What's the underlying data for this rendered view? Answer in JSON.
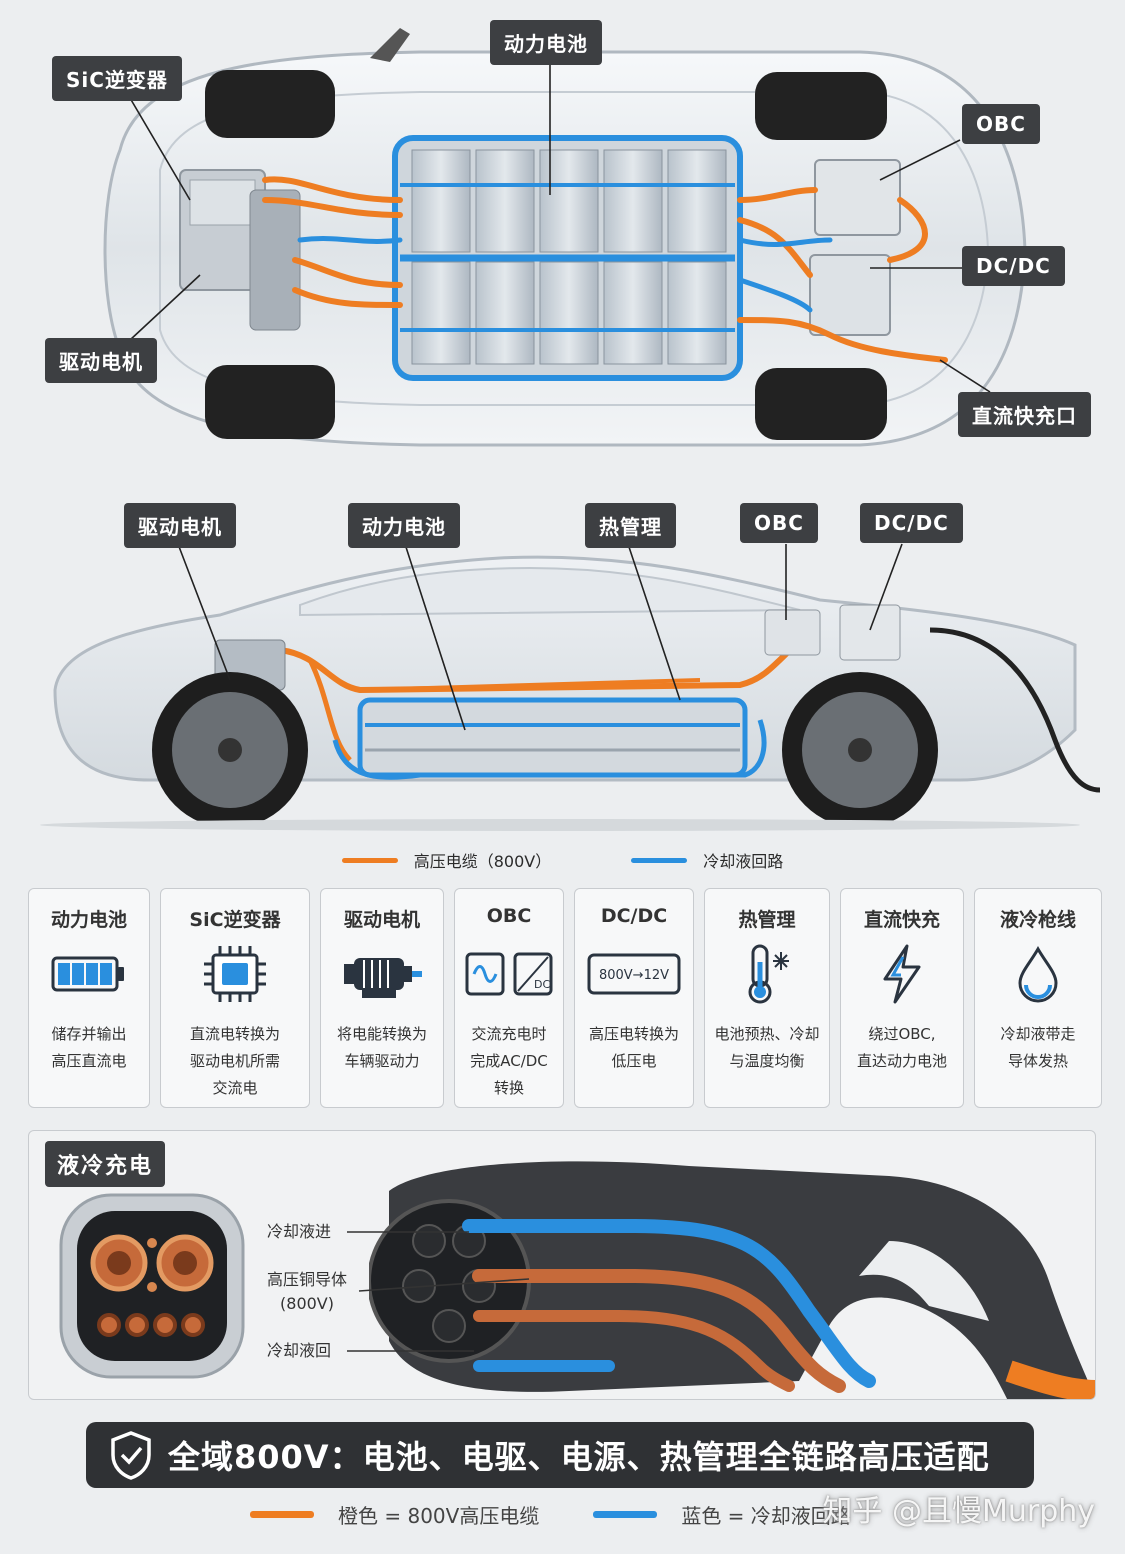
{
  "top_view": {
    "labels": {
      "battery": "动力电池",
      "sic": "SiC逆变器",
      "obc": "OBC",
      "dcdc": "DC/DC",
      "motor": "驱动电机",
      "fast_charge": "直流快充口"
    }
  },
  "side_view": {
    "labels": {
      "motor": "驱动电机",
      "battery": "动力电池",
      "thermal": "热管理",
      "obc": "OBC",
      "dcdc": "DC/DC"
    }
  },
  "legend": {
    "hv_cable": "高压电缆（800V）",
    "coolant": "冷却液回路"
  },
  "colors": {
    "orange": "#ee7d22",
    "blue": "#2a8fde",
    "dark": "#3d3f42"
  },
  "cards": [
    {
      "title": "动力电池",
      "icon": "battery-icon",
      "desc": "储存并输出\n高压直流电"
    },
    {
      "title": "SiC逆变器",
      "icon": "chip-icon",
      "desc": "直流电转换为\n驱动电机所需\n交流电"
    },
    {
      "title": "驱动电机",
      "icon": "motor-icon",
      "desc": "将电能转换为\n车辆驱动力"
    },
    {
      "title": "OBC",
      "icon": "acdc-icon",
      "desc": "交流充电时\n完成AC/DC\n转换",
      "icon_text": "DC"
    },
    {
      "title": "DC/DC",
      "icon": "voltage-converter-icon",
      "desc": "高压电转换为\n低压电",
      "icon_text": "800V→12V"
    },
    {
      "title": "热管理",
      "icon": "thermometer-icon",
      "desc": "电池预热、冷却\n与温度均衡"
    },
    {
      "title": "直流快充",
      "icon": "lightning-icon",
      "desc": "绕过OBC,\n直达动力电池"
    },
    {
      "title": "液冷枪线",
      "icon": "droplet-icon",
      "desc": "冷却液带走\n导体发热"
    }
  ],
  "charging": {
    "title": "液冷充电",
    "coolant_in": "冷却液进",
    "conductor": "高压铜导体",
    "conductor_voltage": "(800V)",
    "coolant_out": "冷却液回"
  },
  "banner": {
    "text": "全域800V：电池、电驱、电源、热管理全链路高压适配",
    "icon": "shield-check-icon"
  },
  "bottom_legend": {
    "orange": "橙色 = 800V高压电缆",
    "blue": "蓝色 = 冷却液回路"
  },
  "watermark": "知乎 @且慢Murphy"
}
